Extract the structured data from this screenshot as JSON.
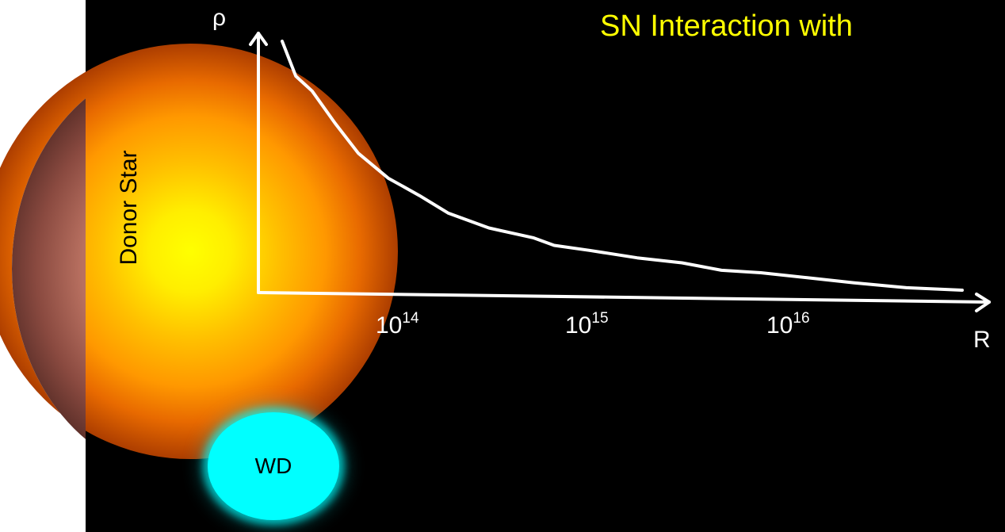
{
  "slide": {
    "title": "SN Interaction with",
    "donor_star_label": "Donor Star",
    "wd_label": "WD"
  },
  "chart_data": {
    "type": "line",
    "title": "SN Interaction with",
    "xlabel": "R",
    "ylabel": "ρ",
    "x_ticks": [
      {
        "base": "10",
        "exp": "14"
      },
      {
        "base": "10",
        "exp": "15"
      },
      {
        "base": "10",
        "exp": "16"
      }
    ],
    "grid": false,
    "legend": "none",
    "series": [
      {
        "name": "",
        "x": [
          1.0,
          1.1,
          1.22,
          1.39,
          1.56,
          1.78,
          2.01,
          2.22,
          2.52,
          2.85,
          3.0,
          3.26,
          3.61,
          3.94,
          4.23,
          4.52,
          4.86,
          5.2,
          5.59,
          6.0
        ],
        "y": [
          1.0,
          0.86,
          0.8,
          0.67,
          0.55,
          0.45,
          0.38,
          0.31,
          0.25,
          0.21,
          0.18,
          0.16,
          0.13,
          0.11,
          0.08,
          0.07,
          0.05,
          0.03,
          0.01,
          0.0
        ],
        "color": "#ffffff"
      }
    ]
  },
  "colors": {
    "background": "#000000",
    "title": "#ffff00",
    "axes": "#ffffff",
    "wd": "#00ffff",
    "star_core": "#ffff00",
    "star_edge": "#ff9800"
  }
}
